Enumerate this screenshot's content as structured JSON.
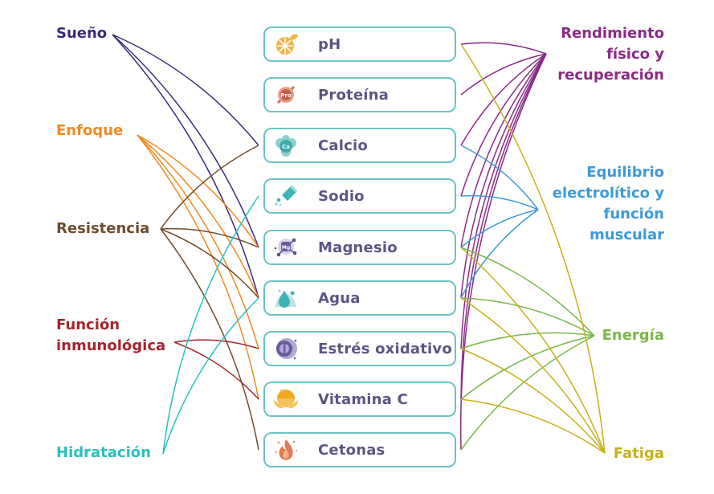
{
  "nodes": [
    {
      "id": "ph",
      "label": "pH",
      "icon": "citrus-slice-icon"
    },
    {
      "id": "proteina",
      "label": "Proteína",
      "icon": "protein-candy-icon",
      "icon_text": "Pro"
    },
    {
      "id": "calcio",
      "label": "Calcio",
      "icon": "calcium-molecule-icon",
      "icon_text": "Ca"
    },
    {
      "id": "sodio",
      "label": "Sodio",
      "icon": "salt-shaker-icon"
    },
    {
      "id": "magnesio",
      "label": "Magnesio",
      "icon": "magnesium-molecule-icon",
      "icon_text": "Mg"
    },
    {
      "id": "agua",
      "label": "Agua",
      "icon": "water-drop-icon"
    },
    {
      "id": "estres",
      "label": "Estrés oxidativo",
      "icon": "oxidative-cell-icon"
    },
    {
      "id": "vitc",
      "label": "Vitamina C",
      "icon": "orange-icon"
    },
    {
      "id": "cetonas",
      "label": "Cetonas",
      "icon": "flame-icon"
    }
  ],
  "left_categories": [
    {
      "id": "sueno",
      "lines": [
        "Sueño"
      ],
      "color": "#3e2a78",
      "targets": [
        "calcio",
        "magnesio",
        "agua"
      ]
    },
    {
      "id": "enfoque",
      "lines": [
        "Enfoque"
      ],
      "color": "#f08a24",
      "targets": [
        "magnesio",
        "agua",
        "estres",
        "vitc"
      ]
    },
    {
      "id": "resistencia",
      "lines": [
        "Resistencia"
      ],
      "color": "#6e4d2c",
      "targets": [
        "calcio",
        "magnesio",
        "agua",
        "cetonas"
      ]
    },
    {
      "id": "inmune",
      "lines": [
        "Función",
        "inmunológica"
      ],
      "color": "#a8242e",
      "targets": [
        "estres",
        "vitc"
      ]
    },
    {
      "id": "hidratacion",
      "lines": [
        "Hidratación"
      ],
      "color": "#26c2bf",
      "targets": [
        "sodio",
        "agua"
      ]
    }
  ],
  "right_categories": [
    {
      "id": "rendimiento",
      "lines": [
        "Rendimiento",
        "físico y",
        "recuperación"
      ],
      "color": "#8b2a86",
      "targets": [
        "ph",
        "proteina",
        "calcio",
        "sodio",
        "magnesio",
        "agua",
        "estres",
        "vitc",
        "cetonas"
      ]
    },
    {
      "id": "equilibrio",
      "lines": [
        "Equilibrio",
        "electrolítico y",
        "función",
        "muscular"
      ],
      "color": "#3d9ad9",
      "targets": [
        "calcio",
        "sodio",
        "magnesio",
        "agua"
      ]
    },
    {
      "id": "energia",
      "lines": [
        "Energía"
      ],
      "color": "#7ab648",
      "targets": [
        "magnesio",
        "agua",
        "estres",
        "vitc",
        "cetonas"
      ]
    },
    {
      "id": "fatiga",
      "lines": [
        "Fatiga"
      ],
      "color": "#c7b01a",
      "targets": [
        "ph",
        "magnesio",
        "agua",
        "estres",
        "vitc"
      ]
    }
  ],
  "colors": {
    "box_border": "#6dc3c3",
    "box_text": "#5d5585"
  }
}
